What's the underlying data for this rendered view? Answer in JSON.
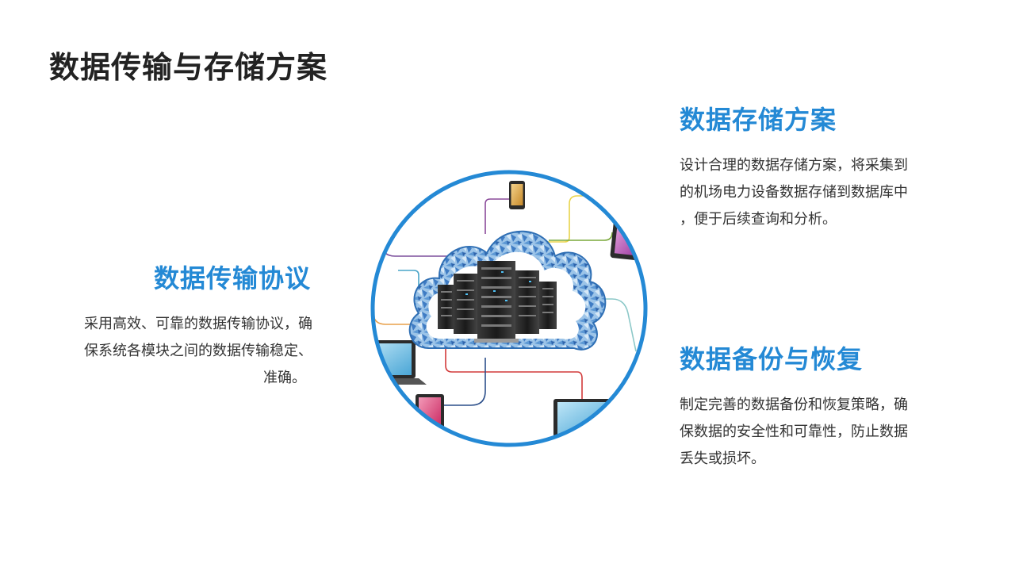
{
  "page": {
    "title": "数据传输与存储方案"
  },
  "colors": {
    "accent": "#2489D5",
    "title": "#222222",
    "body_text": "#333333",
    "ring": "#2489D5"
  },
  "sections": {
    "transfer": {
      "title": "数据传输协议",
      "lines": [
        "采用高效、可靠的数据传输协议，确",
        "保系统各模块之间的数据传输稳定、",
        "准确。"
      ]
    },
    "storage": {
      "title": "数据存储方案",
      "lines": [
        "设计合理的数据存储方案，将采集到",
        "的机场电力设备数据存储到数据库中",
        "，便于后续查询和分析。"
      ]
    },
    "backup": {
      "title": "数据备份与恢复",
      "lines": [
        "制定完善的数据备份和恢复策略，确",
        "保数据的安全性和可靠性，防止数据",
        "丢失或损坏。"
      ]
    }
  },
  "figure": {
    "icons": [
      "cloud-icon",
      "server-rack-icon",
      "smartphone-icon",
      "tablet-icon",
      "laptop-icon"
    ]
  }
}
